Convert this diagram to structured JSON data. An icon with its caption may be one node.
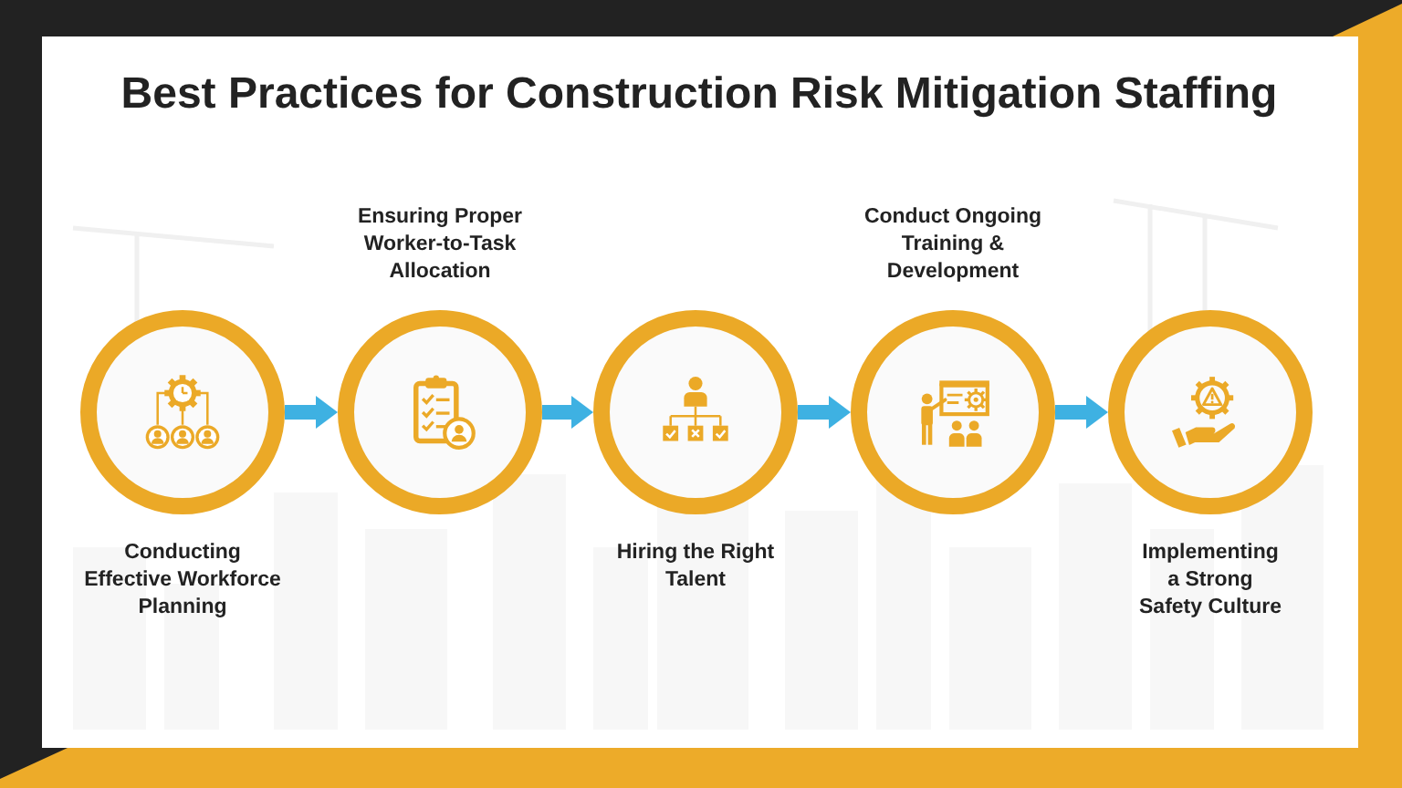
{
  "diagram": {
    "title": "Best Practices for Construction Risk Mitigation Staffing",
    "nodes": [
      {
        "text": [
          "Conducting Effective Workforce Planning"
        ]
      },
      {
        "text": [
          "Ensuring Proper Worker-to-Task Allocation"
        ]
      },
      {
        "text": [
          "Hiring the Right Talent"
        ]
      },
      {
        "text": [
          "Conduct Ongoing Training & Development"
        ]
      },
      {
        "text": [
          "Implementing a Strong Safety Culture"
        ]
      }
    ],
    "edges": [
      {
        "from": 0,
        "to": 1,
        "arrow": "to"
      },
      {
        "from": 1,
        "to": 2,
        "arrow": "to"
      },
      {
        "from": 2,
        "to": 3,
        "arrow": "to"
      },
      {
        "from": 3,
        "to": 4,
        "arrow": "to"
      }
    ]
  }
}
